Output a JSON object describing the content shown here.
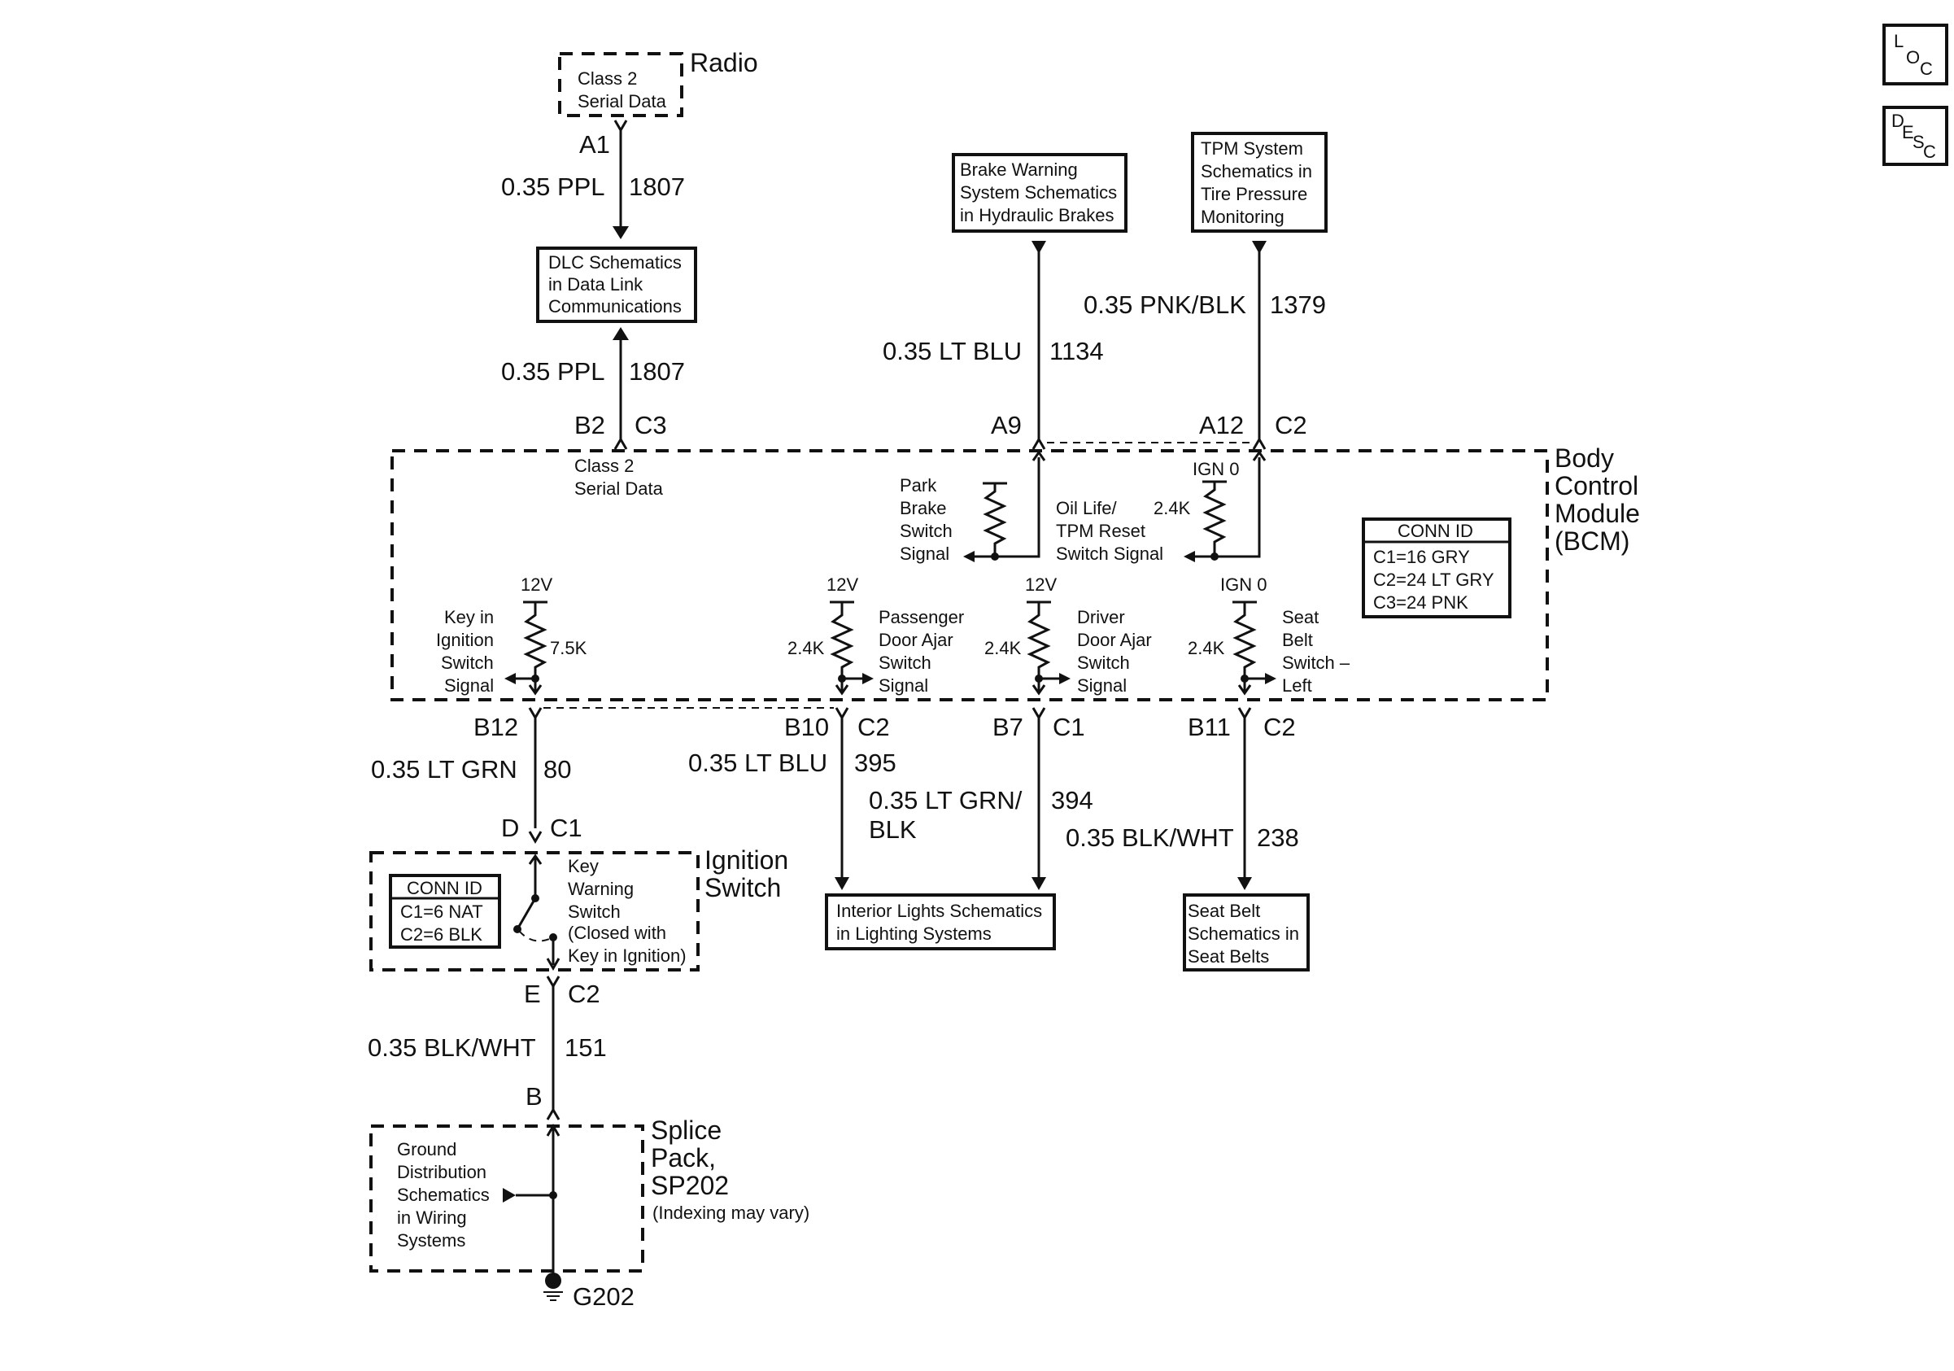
{
  "icons": {
    "loc": {
      "l": "L",
      "o": "O",
      "c": "C"
    },
    "desc": {
      "d": "D",
      "e": "E",
      "s": "S",
      "c": "C"
    }
  },
  "radio": {
    "name": "Radio",
    "inner": [
      "Class 2",
      "Serial Data"
    ],
    "pin": "A1"
  },
  "wire_1807_top": {
    "gauge": "0.35 PPL",
    "circuit": "1807"
  },
  "dlc": {
    "lines": [
      "DLC Schematics",
      "in Data Link",
      "Communications"
    ]
  },
  "wire_1807_bottom": {
    "gauge": "0.35 PPL",
    "circuit": "1807"
  },
  "bcm_b2": {
    "pin": "B2",
    "conn": "C3",
    "label": [
      "Class 2",
      "Serial Data"
    ]
  },
  "brake": {
    "lines": [
      "Brake Warning",
      "System Schematics",
      "in Hydraulic Brakes"
    ]
  },
  "wire_1134": {
    "gauge": "0.35 LT BLU",
    "circuit": "1134"
  },
  "bcm_a9": {
    "pin": "A9"
  },
  "tpm": {
    "lines": [
      "TPM System",
      "Schematics in",
      "Tire Pressure",
      "Monitoring"
    ]
  },
  "wire_1379": {
    "gauge": "0.35 PNK/BLK",
    "circuit": "1379"
  },
  "bcm_a12": {
    "pin": "A12",
    "conn": "C2"
  },
  "bcm": {
    "name": [
      "Body",
      "Control",
      "Module",
      "(BCM)"
    ],
    "conn_id": {
      "title": "CONN ID",
      "rows": [
        "C1=16 GRY",
        "C2=24 LT GRY",
        "C3=24 PNK"
      ]
    },
    "park_brake": [
      "Park",
      "Brake",
      "Switch",
      "Signal"
    ],
    "oil_life": {
      "lines": [
        "Oil Life/",
        "TPM Reset",
        "Switch Signal"
      ],
      "supply": "IGN 0",
      "resistor": "2.4K"
    },
    "key_in": {
      "lines": [
        "Key in",
        "Ignition",
        "Switch",
        "Signal"
      ],
      "supply": "12V",
      "resistor": "7.5K"
    },
    "passenger": {
      "lines": [
        "Passenger",
        "Door Ajar",
        "Switch",
        "Signal"
      ],
      "supply": "12V",
      "resistor": "2.4K"
    },
    "driver": {
      "lines": [
        "Driver",
        "Door Ajar",
        "Switch",
        "Signal"
      ],
      "supply": "12V",
      "resistor": "2.4K"
    },
    "seat_belt": {
      "lines": [
        "Seat",
        "Belt",
        "Switch –",
        "Left"
      ],
      "supply": "IGN 0",
      "resistor": "2.4K"
    }
  },
  "pins_bottom": {
    "b12": "B12",
    "b10": "B10",
    "b10_conn": "C2",
    "b7": "B7",
    "b7_conn": "C1",
    "b11": "B11",
    "b11_conn": "C2"
  },
  "wire_80": {
    "gauge": "0.35 LT GRN",
    "circuit": "80"
  },
  "wire_395": {
    "gauge": "0.35 LT BLU",
    "circuit": "395"
  },
  "wire_394": {
    "gauge_line1": "0.35 LT GRN/",
    "gauge_line2": "BLK",
    "circuit": "394"
  },
  "wire_238": {
    "gauge": "0.35 BLK/WHT",
    "circuit": "238"
  },
  "interior": {
    "lines": [
      "Interior Lights Schematics",
      "in Lighting Systems"
    ]
  },
  "seatbelts": {
    "lines": [
      "Seat Belt",
      "Schematics in",
      "Seat Belts"
    ]
  },
  "ignition": {
    "name": [
      "Ignition",
      "Switch"
    ],
    "pin_d": "D",
    "conn_c1": "C1",
    "conn_id": {
      "title": "CONN ID",
      "rows": [
        "C1=6 NAT",
        "C2=6 BLK"
      ]
    },
    "switch_label": [
      "Key",
      "Warning",
      "Switch",
      "(Closed with",
      "Key in Ignition)"
    ],
    "pin_e": "E",
    "conn_c2": "C2"
  },
  "wire_151": {
    "gauge": "0.35 BLK/WHT",
    "circuit": "151"
  },
  "splice": {
    "pin_b": "B",
    "name": [
      "Splice",
      "Pack,",
      "SP202"
    ],
    "note": "(Indexing may vary)",
    "ground_ref": [
      "Ground",
      "Distribution",
      "Schematics",
      "in Wiring",
      "Systems"
    ],
    "ground": "G202"
  }
}
